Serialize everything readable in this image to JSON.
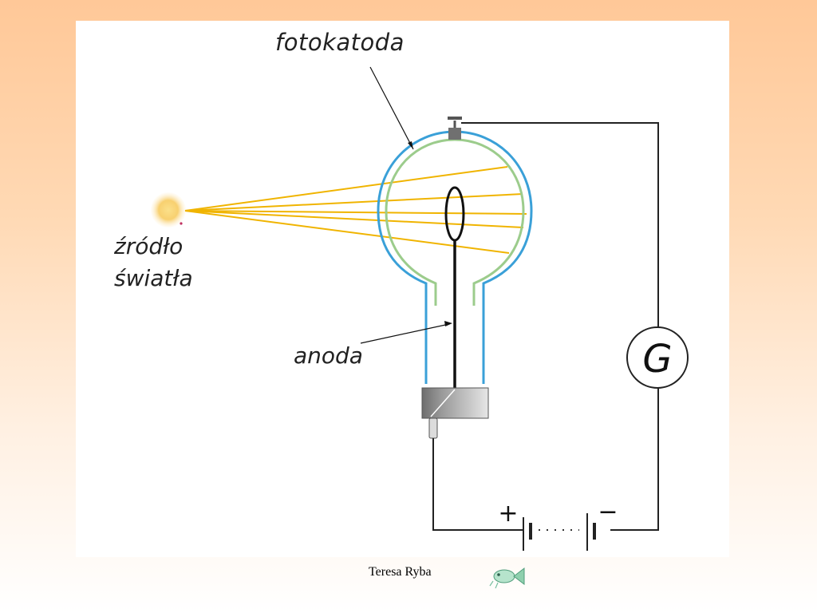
{
  "labels": {
    "photocathode": "fotokatoda",
    "light_source_line1": "źródło",
    "light_source_line2": "światła",
    "anode": "anoda",
    "galvanometer": "G",
    "battery_plus": "+",
    "battery_minus": "−"
  },
  "footer": {
    "author": "Teresa Ryba"
  },
  "colors": {
    "bulb_glass": "#3aa0d8",
    "photocathode_coating": "#9ccc8c",
    "light_rays": "#f0b400",
    "light_source": "#f8d070",
    "wires": "#222222"
  },
  "icons": {
    "footer_decoration": "fish-icon"
  }
}
